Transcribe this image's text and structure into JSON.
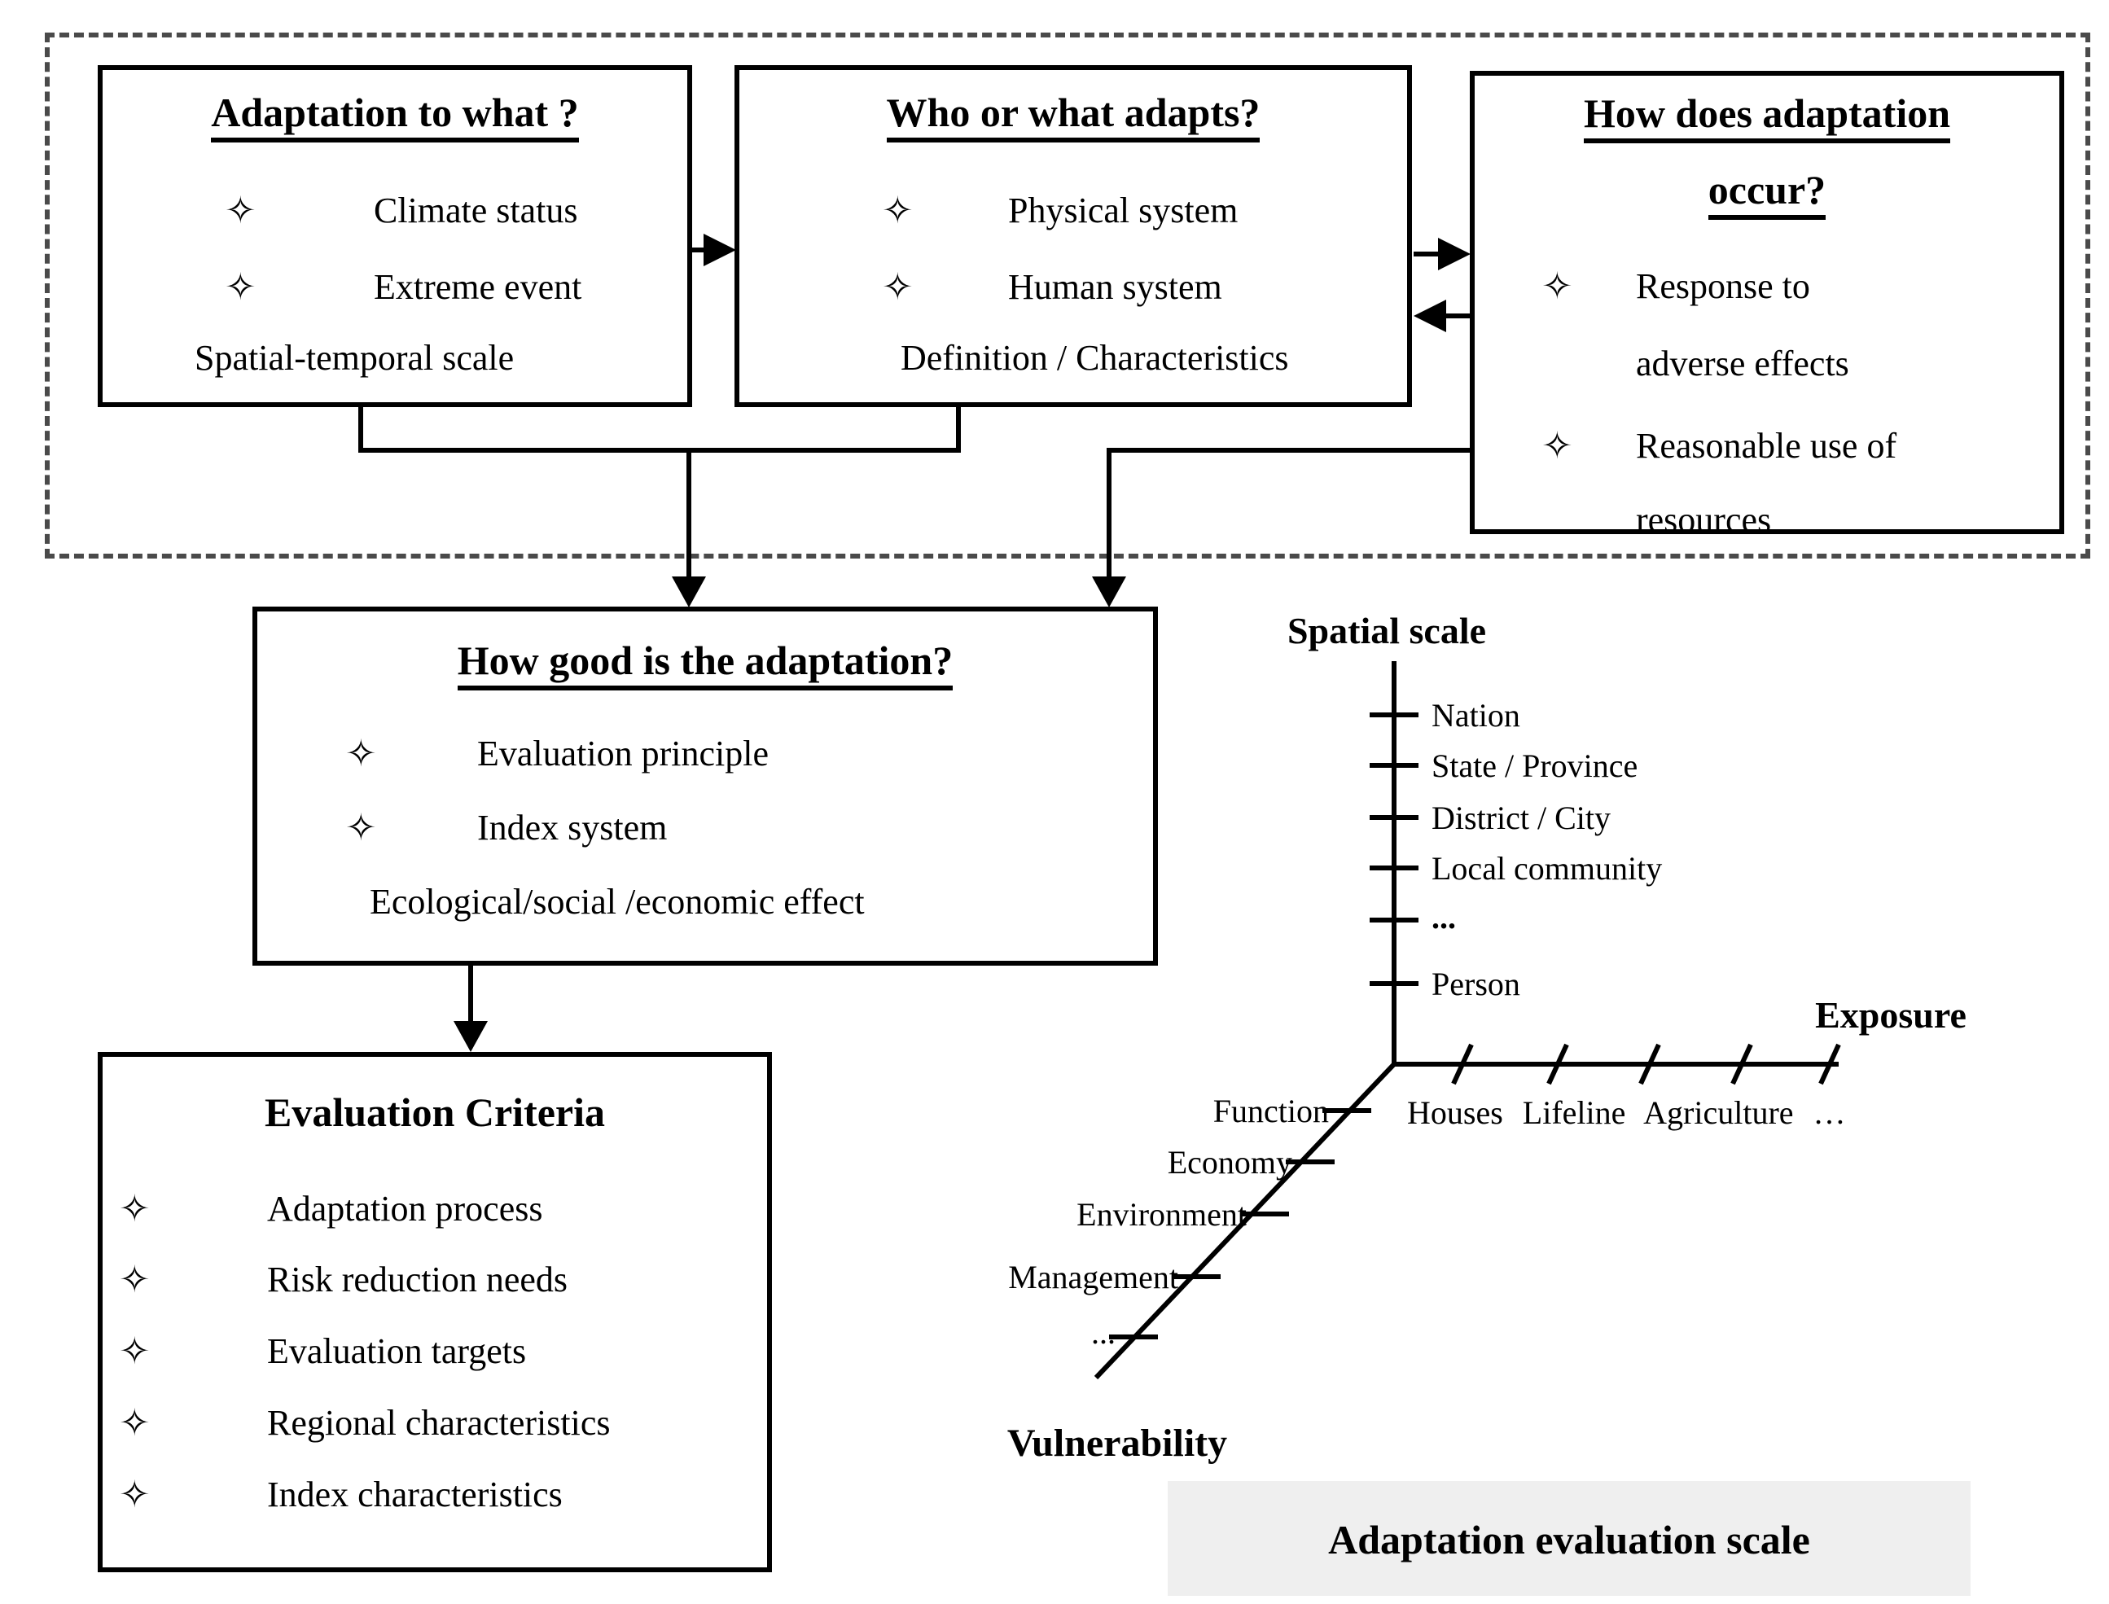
{
  "figure": {
    "bullet_glyph": "✧",
    "colors": {
      "ink": "#000000",
      "dashed_border": "#4a4a4a",
      "caption_bg": "#efefef"
    },
    "boxes": {
      "adaptation_to_what": {
        "title": "Adaptation to what ?",
        "items": [
          "Climate status",
          "Extreme event"
        ],
        "footer": "Spatial-temporal scale"
      },
      "who_or_what_adapts": {
        "title": "Who or what adapts?",
        "items": [
          "Physical system",
          "Human system"
        ],
        "footer": "Definition / Characteristics"
      },
      "how_does_adaptation_occur": {
        "title_line1": "How does adaptation",
        "title_line2": "occur?",
        "item1_line1": "Response to",
        "item1_line2": "adverse effects",
        "item2_line1": "Reasonable use of",
        "item2_line2": "resources"
      },
      "how_good": {
        "title": "How good is the adaptation?",
        "items": [
          "Evaluation principle",
          "Index system"
        ],
        "footer": "Ecological/social /economic effect"
      },
      "evaluation_criteria": {
        "title": "Evaluation Criteria",
        "items": [
          "Adaptation process",
          "Risk reduction needs",
          "Evaluation targets",
          "Regional characteristics",
          "Index characteristics"
        ]
      }
    },
    "scale_diagram": {
      "caption": "Adaptation evaluation scale",
      "spatial_axis": {
        "title": "Spatial scale",
        "ticks": [
          "Nation",
          "State / Province",
          "District / City",
          "Local community",
          "...",
          "Person"
        ]
      },
      "exposure_axis": {
        "title": "Exposure",
        "tick_labels": "Houses Lifeline Agriculture …"
      },
      "vulnerability_axis": {
        "title": "Vulnerability",
        "ticks": [
          "Function",
          "Economy",
          "Environment",
          "Management",
          "..."
        ]
      }
    }
  }
}
